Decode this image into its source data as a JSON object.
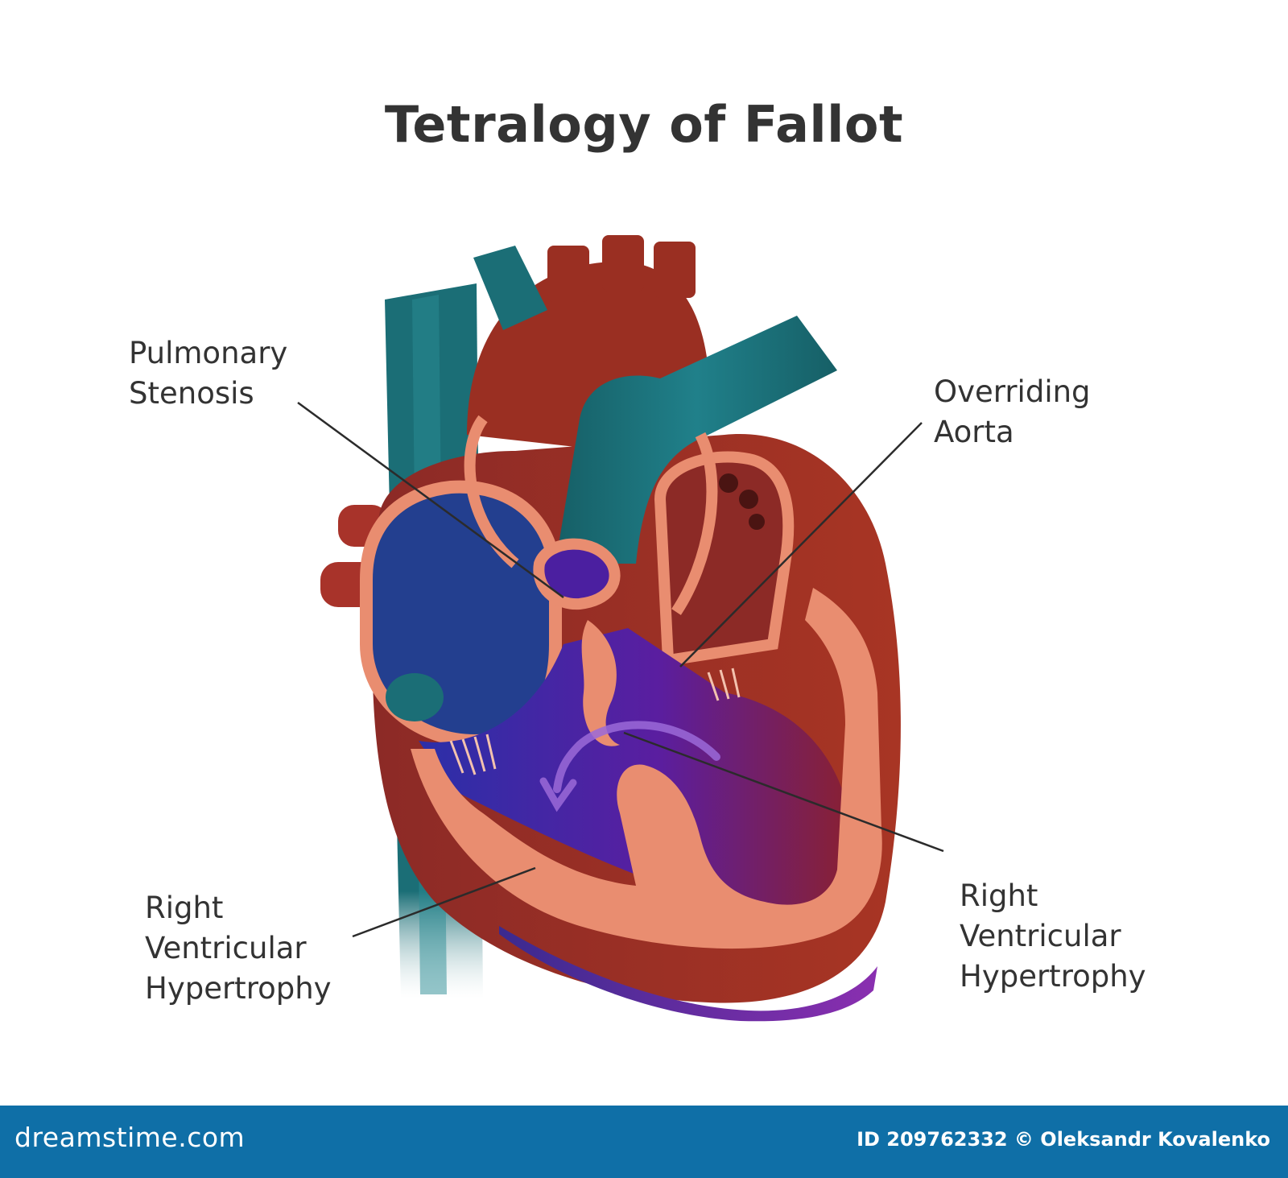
{
  "title": "Tetralogy of Fallot",
  "labels": {
    "pulmonary_stenosis": "Pulmonary\nStenosis",
    "overriding_aorta": "Overriding\nAorta",
    "rvh_left": "Right\nVentricular\nHypertrophy",
    "rvh_right": "Right\nVentricular\nHypertrophy"
  },
  "footer": {
    "site": "dreamstime.com",
    "credit": "ID 209762332 © Oleksandr Kovalenko"
  },
  "colors": {
    "vessel_teal": "#1b6e76",
    "aorta_red": "#9a2f22",
    "muscle_peach": "#e98d70",
    "blood_blue": "#233f8f",
    "blood_violet": "#4b1fa0",
    "footer_bg": "#0f6fa7"
  }
}
